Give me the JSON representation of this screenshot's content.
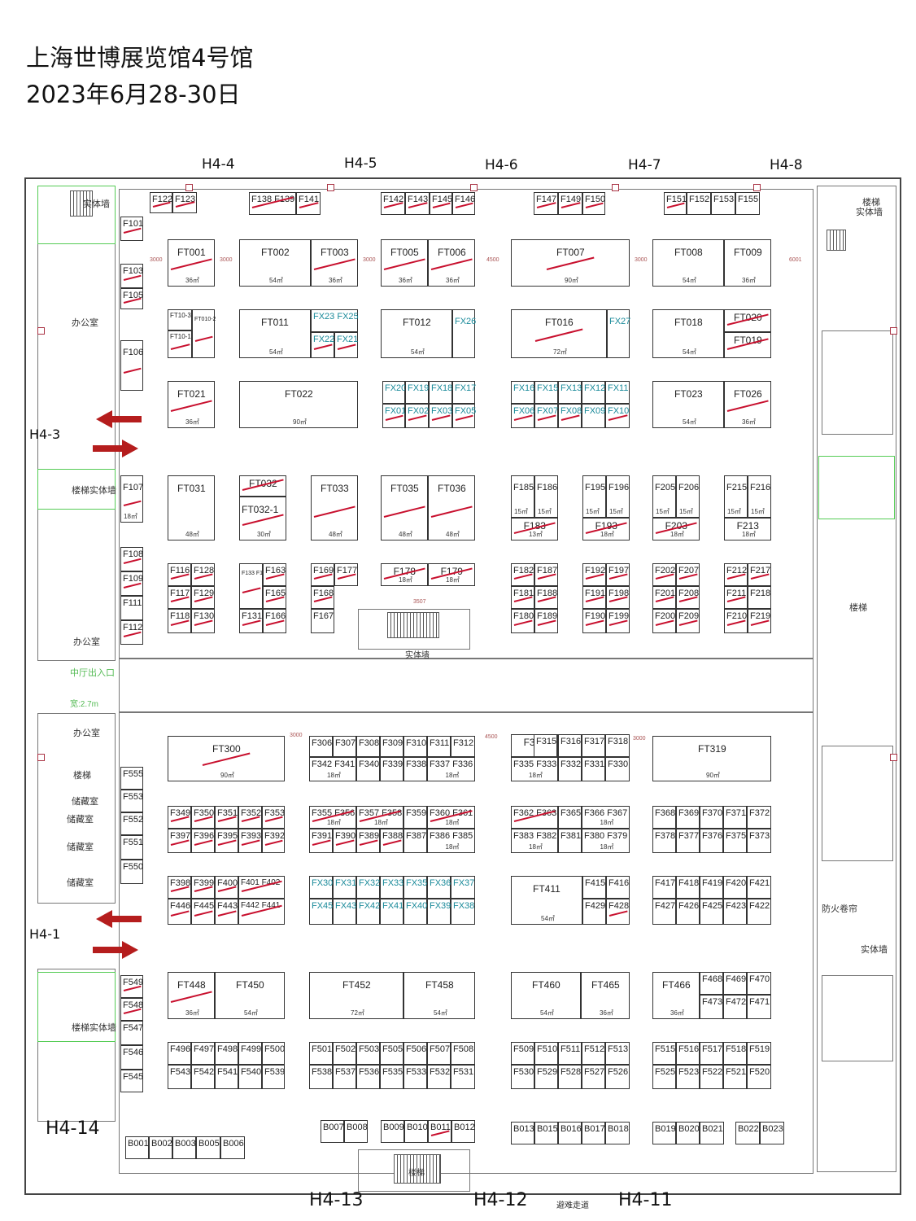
{
  "header": {
    "title": "上海世博展览馆4号馆",
    "date": "2023年6月28-30日"
  },
  "gates": {
    "top": [
      "H4-4",
      "H4-5",
      "H4-6",
      "H4-7",
      "H4-8"
    ],
    "left": [
      "H4-3",
      "H4-1"
    ],
    "corner": "H4-14",
    "bottom": [
      "H4-13",
      "H4-12",
      "H4-11"
    ],
    "evac": "避难走道"
  },
  "rooms": {
    "office": "办公室",
    "storage": "储藏室",
    "stairs": "楼梯",
    "solid_wall": "实体墙",
    "stairs_wall": "楼梯实体墙",
    "fire_shutter": "防火卷帘",
    "mid_entrance": "中厅出入口",
    "mid_width": "宽:2.7m"
  },
  "colors": {
    "reserved_mark": "#c8102e",
    "fx_label": "#1a8a9a",
    "arrow": "#b51d1d"
  },
  "booths": [
    {
      "id": "F122",
      "mk": 1
    },
    {
      "id": "F123",
      "mk": 1
    },
    {
      "id": "F138 F139",
      "mk": 1
    },
    {
      "id": "F141",
      "mk": 1
    },
    {
      "id": "F142",
      "mk": 1
    },
    {
      "id": "F143",
      "mk": 1
    },
    {
      "id": "F145",
      "mk": 1
    },
    {
      "id": "F146",
      "mk": 1
    },
    {
      "id": "F147",
      "mk": 1
    },
    {
      "id": "F149",
      "mk": 1
    },
    {
      "id": "F150",
      "mk": 1
    },
    {
      "id": "F151",
      "mk": 1
    },
    {
      "id": "F152"
    },
    {
      "id": "F153"
    },
    {
      "id": "F155"
    },
    {
      "id": "F101",
      "mk": 1
    },
    {
      "id": "F103",
      "mk": 1
    },
    {
      "id": "F105",
      "mk": 1
    },
    {
      "id": "F106",
      "mk": 1
    },
    {
      "id": "FT001",
      "area": "36㎡",
      "mk": 1
    },
    {
      "id": "FT002",
      "area": "54㎡"
    },
    {
      "id": "FT003",
      "area": "36㎡",
      "mk": 1
    },
    {
      "id": "FT005",
      "area": "36㎡",
      "mk": 1
    },
    {
      "id": "FT006",
      "area": "36㎡",
      "mk": 1
    },
    {
      "id": "FT007",
      "area": "90㎡",
      "mk": 1
    },
    {
      "id": "FT008",
      "area": "54㎡"
    },
    {
      "id": "FT009",
      "area": "36㎡"
    },
    {
      "id": "FT10-3"
    },
    {
      "id": "FT10-1",
      "mk": 1
    },
    {
      "id": "FT010-2",
      "mk": 1
    },
    {
      "id": "FT011",
      "area": "54㎡"
    },
    {
      "id": "FX23 FX25"
    },
    {
      "id": "FX22",
      "mk": 1
    },
    {
      "id": "FX21",
      "mk": 1
    },
    {
      "id": "FT012",
      "area": "54㎡"
    },
    {
      "id": "FX26"
    },
    {
      "id": "FT016",
      "area": "72㎡",
      "mk": 1
    },
    {
      "id": "FX27"
    },
    {
      "id": "FT018",
      "area": "54㎡"
    },
    {
      "id": "FT020",
      "mk": 1
    },
    {
      "id": "FT019",
      "mk": 1
    },
    {
      "id": "FT021",
      "area": "36㎡",
      "mk": 1
    },
    {
      "id": "FT022",
      "area": "90㎡"
    },
    {
      "id": "FX20"
    },
    {
      "id": "FX19"
    },
    {
      "id": "FX18"
    },
    {
      "id": "FX17"
    },
    {
      "id": "FX01",
      "mk": 1
    },
    {
      "id": "FX02",
      "mk": 1
    },
    {
      "id": "FX03",
      "mk": 1
    },
    {
      "id": "FX05",
      "mk": 1
    },
    {
      "id": "FX16"
    },
    {
      "id": "FX15"
    },
    {
      "id": "FX13"
    },
    {
      "id": "FX12"
    },
    {
      "id": "FX11"
    },
    {
      "id": "FX06",
      "mk": 1
    },
    {
      "id": "FX07",
      "mk": 1
    },
    {
      "id": "FX08",
      "mk": 1
    },
    {
      "id": "FX09"
    },
    {
      "id": "FX10",
      "mk": 1
    },
    {
      "id": "FT023",
      "area": "54㎡"
    },
    {
      "id": "FT026",
      "area": "36㎡",
      "mk": 1
    },
    {
      "id": "F107",
      "area": "18㎡",
      "mk": 1
    },
    {
      "id": "FT031",
      "area": "48㎡"
    },
    {
      "id": "FT032",
      "mk": 1
    },
    {
      "id": "FT032-1",
      "area": "30㎡",
      "mk": 1
    },
    {
      "id": "FT033",
      "area": "48㎡",
      "mk": 1
    },
    {
      "id": "FT035",
      "area": "48㎡",
      "mk": 1
    },
    {
      "id": "FT036",
      "area": "48㎡",
      "mk": 1
    },
    {
      "id": "F185",
      "area": "15㎡"
    },
    {
      "id": "F186",
      "area": "15㎡"
    },
    {
      "id": "F183",
      "area": "13㎡",
      "mk": 1
    },
    {
      "id": "F195",
      "area": "15㎡"
    },
    {
      "id": "F196",
      "area": "15㎡"
    },
    {
      "id": "F193",
      "area": "18㎡",
      "mk": 1
    },
    {
      "id": "F205",
      "area": "15㎡"
    },
    {
      "id": "F206",
      "area": "15㎡"
    },
    {
      "id": "F203",
      "area": "18㎡",
      "mk": 1
    },
    {
      "id": "F215",
      "area": "15㎡"
    },
    {
      "id": "F216",
      "area": "15㎡"
    },
    {
      "id": "F213",
      "area": "18㎡"
    },
    {
      "id": "F108",
      "mk": 1
    },
    {
      "id": "F109",
      "mk": 1
    },
    {
      "id": "F111"
    },
    {
      "id": "F112",
      "mk": 1
    },
    {
      "id": "F116",
      "mk": 1
    },
    {
      "id": "F128",
      "mk": 1
    },
    {
      "id": "F117",
      "mk": 1
    },
    {
      "id": "F129",
      "mk": 1
    },
    {
      "id": "F118",
      "mk": 1
    },
    {
      "id": "F130",
      "mk": 1
    },
    {
      "id": "F133 F132",
      "mk": 1
    },
    {
      "id": "F163",
      "mk": 1
    },
    {
      "id": "F165",
      "mk": 1
    },
    {
      "id": "F131",
      "mk": 1
    },
    {
      "id": "F166",
      "mk": 1
    },
    {
      "id": "F169",
      "mk": 1
    },
    {
      "id": "F177",
      "mk": 1
    },
    {
      "id": "F168",
      "mk": 1
    },
    {
      "id": "F167"
    },
    {
      "id": "F178",
      "area": "18㎡",
      "mk": 1
    },
    {
      "id": "F179",
      "area": "18㎡",
      "mk": 1
    },
    {
      "id": "F182",
      "mk": 1
    },
    {
      "id": "F187",
      "mk": 1
    },
    {
      "id": "F181",
      "mk": 1
    },
    {
      "id": "F188",
      "mk": 1
    },
    {
      "id": "F180",
      "mk": 1
    },
    {
      "id": "F189",
      "mk": 1
    },
    {
      "id": "F192",
      "mk": 1
    },
    {
      "id": "F197",
      "mk": 1
    },
    {
      "id": "F191",
      "mk": 1
    },
    {
      "id": "F198",
      "mk": 1
    },
    {
      "id": "F190",
      "mk": 1
    },
    {
      "id": "F199",
      "mk": 1
    },
    {
      "id": "F202",
      "mk": 1
    },
    {
      "id": "F207",
      "mk": 1
    },
    {
      "id": "F201",
      "mk": 1
    },
    {
      "id": "F208",
      "mk": 1
    },
    {
      "id": "F200",
      "mk": 1
    },
    {
      "id": "F209",
      "mk": 1
    },
    {
      "id": "F212",
      "mk": 1
    },
    {
      "id": "F217",
      "mk": 1
    },
    {
      "id": "F211",
      "mk": 1
    },
    {
      "id": "F218"
    },
    {
      "id": "F210",
      "mk": 1
    },
    {
      "id": "F219",
      "mk": 1
    },
    {
      "id": "FT300",
      "area": "90㎡",
      "mk": 1
    },
    {
      "id": "F306"
    },
    {
      "id": "F307"
    },
    {
      "id": "F308"
    },
    {
      "id": "F309"
    },
    {
      "id": "F310"
    },
    {
      "id": "F311"
    },
    {
      "id": "F312"
    },
    {
      "id": "F342 F341",
      "area": "18㎡"
    },
    {
      "id": "F340"
    },
    {
      "id": "F339"
    },
    {
      "id": "F338"
    },
    {
      "id": "F337 F336",
      "area": "18㎡"
    },
    {
      "id": "F313"
    },
    {
      "id": "F315"
    },
    {
      "id": "F316"
    },
    {
      "id": "F317"
    },
    {
      "id": "F318"
    },
    {
      "id": "F335 F333",
      "area": "18㎡"
    },
    {
      "id": "F332"
    },
    {
      "id": "F331"
    },
    {
      "id": "F330"
    },
    {
      "id": "FT319",
      "area": "90㎡"
    },
    {
      "id": "F555"
    },
    {
      "id": "F553"
    },
    {
      "id": "F552"
    },
    {
      "id": "F551"
    },
    {
      "id": "F550"
    },
    {
      "id": "F349",
      "mk": 1
    },
    {
      "id": "F350",
      "mk": 1
    },
    {
      "id": "F351",
      "mk": 1
    },
    {
      "id": "F352",
      "mk": 1
    },
    {
      "id": "F353",
      "mk": 1
    },
    {
      "id": "F397",
      "mk": 1
    },
    {
      "id": "F396",
      "mk": 1
    },
    {
      "id": "F395",
      "mk": 1
    },
    {
      "id": "F393",
      "mk": 1
    },
    {
      "id": "F392",
      "mk": 1
    },
    {
      "id": "F355 F356",
      "area": "18㎡",
      "mk": 1
    },
    {
      "id": "F357 F358",
      "area": "18㎡",
      "mk": 1
    },
    {
      "id": "F359"
    },
    {
      "id": "F360 F361",
      "area": "18㎡",
      "mk": 1
    },
    {
      "id": "F391",
      "mk": 1
    },
    {
      "id": "F390",
      "mk": 1
    },
    {
      "id": "F389",
      "mk": 1
    },
    {
      "id": "F388",
      "mk": 1
    },
    {
      "id": "F387"
    },
    {
      "id": "F386 F385",
      "area": "18㎡"
    },
    {
      "id": "F362 F363",
      "mk": 1
    },
    {
      "id": "F365"
    },
    {
      "id": "F366 F367",
      "area": "18㎡"
    },
    {
      "id": "F383 F382",
      "area": "18㎡"
    },
    {
      "id": "F381"
    },
    {
      "id": "F380 F379",
      "area": "18㎡"
    },
    {
      "id": "F368"
    },
    {
      "id": "F369"
    },
    {
      "id": "F370"
    },
    {
      "id": "F371"
    },
    {
      "id": "F372"
    },
    {
      "id": "F378"
    },
    {
      "id": "F377"
    },
    {
      "id": "F376"
    },
    {
      "id": "F375"
    },
    {
      "id": "F373"
    },
    {
      "id": "F398",
      "mk": 1
    },
    {
      "id": "F399",
      "mk": 1
    },
    {
      "id": "F400",
      "mk": 1
    },
    {
      "id": "F401 F402",
      "mk": 1
    },
    {
      "id": "F446",
      "mk": 1
    },
    {
      "id": "F445",
      "mk": 1
    },
    {
      "id": "F443",
      "mk": 1
    },
    {
      "id": "F442 F441",
      "mk": 1
    },
    {
      "id": "FX30"
    },
    {
      "id": "FX31"
    },
    {
      "id": "FX32"
    },
    {
      "id": "FX33"
    },
    {
      "id": "FX35"
    },
    {
      "id": "FX36"
    },
    {
      "id": "FX37"
    },
    {
      "id": "FX45"
    },
    {
      "id": "FX43"
    },
    {
      "id": "FX42"
    },
    {
      "id": "FX41"
    },
    {
      "id": "FX40"
    },
    {
      "id": "FX39"
    },
    {
      "id": "FX38"
    },
    {
      "id": "FT411",
      "area": "54㎡"
    },
    {
      "id": "F415"
    },
    {
      "id": "F416"
    },
    {
      "id": "F429"
    },
    {
      "id": "F428",
      "mk": 1
    },
    {
      "id": "F417"
    },
    {
      "id": "F418"
    },
    {
      "id": "F419"
    },
    {
      "id": "F420"
    },
    {
      "id": "F421"
    },
    {
      "id": "F427"
    },
    {
      "id": "F426"
    },
    {
      "id": "F425"
    },
    {
      "id": "F423"
    },
    {
      "id": "F422"
    },
    {
      "id": "F549",
      "mk": 1
    },
    {
      "id": "F548",
      "mk": 1
    },
    {
      "id": "F547"
    },
    {
      "id": "F546"
    },
    {
      "id": "F545"
    },
    {
      "id": "FT448",
      "area": "36㎡",
      "mk": 1
    },
    {
      "id": "FT450",
      "area": "54㎡"
    },
    {
      "id": "FT452",
      "area": "72㎡"
    },
    {
      "id": "FT458",
      "area": "54㎡"
    },
    {
      "id": "FT460",
      "area": "54㎡"
    },
    {
      "id": "FT465",
      "area": "36㎡"
    },
    {
      "id": "FT466",
      "area": "36㎡"
    },
    {
      "id": "F468"
    },
    {
      "id": "F469"
    },
    {
      "id": "F470"
    },
    {
      "id": "F473"
    },
    {
      "id": "F472"
    },
    {
      "id": "F471"
    },
    {
      "id": "F496"
    },
    {
      "id": "F497"
    },
    {
      "id": "F498"
    },
    {
      "id": "F499"
    },
    {
      "id": "F500"
    },
    {
      "id": "F543"
    },
    {
      "id": "F542"
    },
    {
      "id": "F541"
    },
    {
      "id": "F540"
    },
    {
      "id": "F539"
    },
    {
      "id": "F501"
    },
    {
      "id": "F502"
    },
    {
      "id": "F503"
    },
    {
      "id": "F505"
    },
    {
      "id": "F506"
    },
    {
      "id": "F507"
    },
    {
      "id": "F508"
    },
    {
      "id": "F538"
    },
    {
      "id": "F537"
    },
    {
      "id": "F536"
    },
    {
      "id": "F535"
    },
    {
      "id": "F533"
    },
    {
      "id": "F532"
    },
    {
      "id": "F531"
    },
    {
      "id": "F509"
    },
    {
      "id": "F510"
    },
    {
      "id": "F511"
    },
    {
      "id": "F512"
    },
    {
      "id": "F513"
    },
    {
      "id": "F530"
    },
    {
      "id": "F529"
    },
    {
      "id": "F528"
    },
    {
      "id": "F527"
    },
    {
      "id": "F526"
    },
    {
      "id": "F515"
    },
    {
      "id": "F516"
    },
    {
      "id": "F517"
    },
    {
      "id": "F518"
    },
    {
      "id": "F519"
    },
    {
      "id": "F525"
    },
    {
      "id": "F523"
    },
    {
      "id": "F522"
    },
    {
      "id": "F521"
    },
    {
      "id": "F520"
    },
    {
      "id": "B001"
    },
    {
      "id": "B002"
    },
    {
      "id": "B003"
    },
    {
      "id": "B005"
    },
    {
      "id": "B006"
    },
    {
      "id": "B007"
    },
    {
      "id": "B008"
    },
    {
      "id": "B009"
    },
    {
      "id": "B010"
    },
    {
      "id": "B011",
      "mk": 1
    },
    {
      "id": "B012"
    },
    {
      "id": "B013"
    },
    {
      "id": "B015"
    },
    {
      "id": "B016"
    },
    {
      "id": "B017"
    },
    {
      "id": "B018"
    },
    {
      "id": "B019"
    },
    {
      "id": "B020"
    },
    {
      "id": "B021"
    },
    {
      "id": "B022"
    },
    {
      "id": "B023"
    }
  ]
}
